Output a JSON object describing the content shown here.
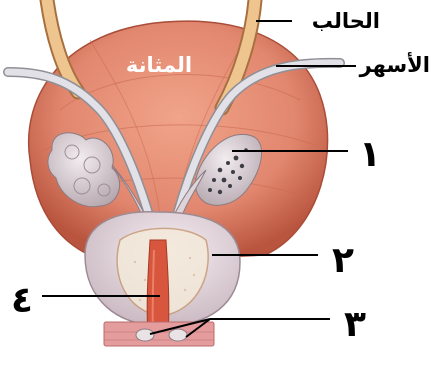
{
  "labels": {
    "ureter": "الحالب",
    "vas_deferens": "الأسهر",
    "bladder": "المثانة",
    "n1": "١",
    "n2": "٢",
    "n3": "٣",
    "n4": "٤"
  },
  "colors": {
    "bladder": "#e2876f",
    "bladder_dark": "#b9553f",
    "tube": "#e8b98a",
    "prostate": "#e9dde3",
    "urethra": "#d8563d",
    "vesicle": "#dcd2d7",
    "leader": "#000000"
  }
}
